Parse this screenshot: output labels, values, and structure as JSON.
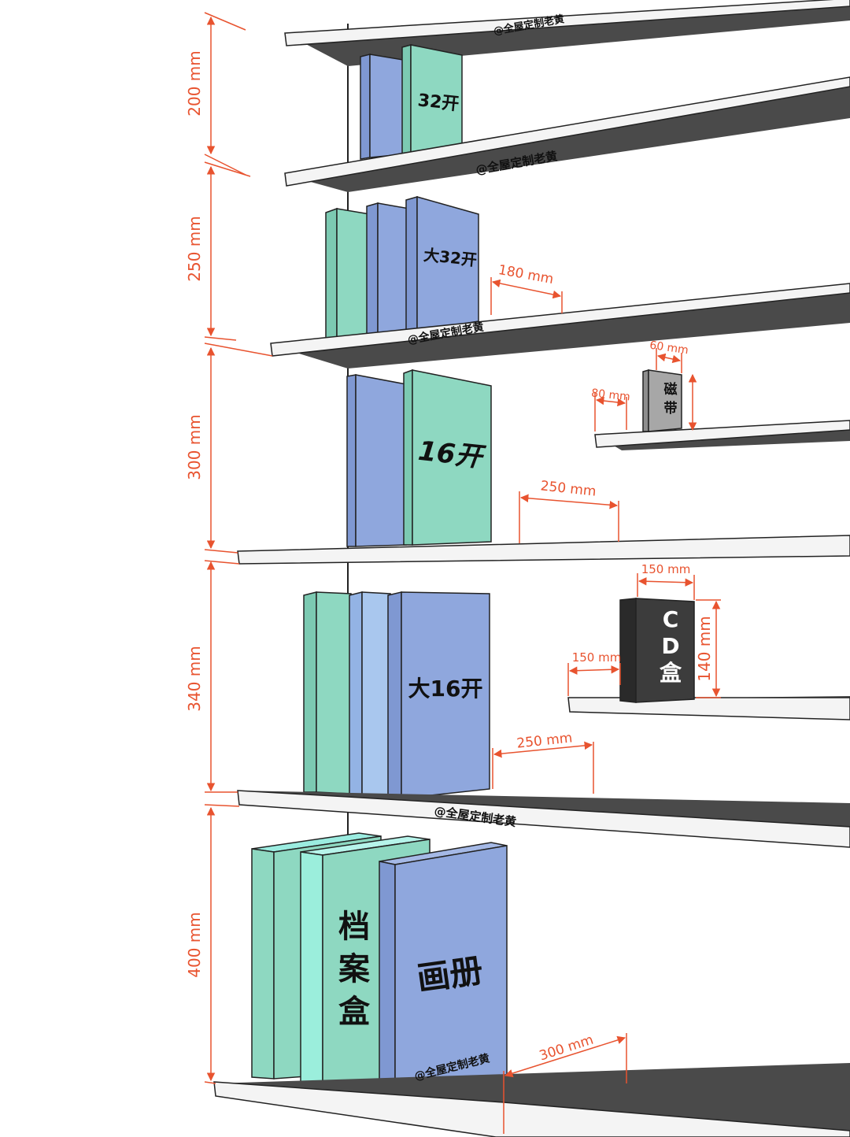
{
  "watermark": "@全屋定制老黄",
  "colors": {
    "dimension": "#e8532f",
    "shelf_top": "#4a4a4a",
    "shelf_front": "#f4f4f4",
    "book_blue": "#8fa7dd",
    "book_mint": "#8ed8c1",
    "book_light_blue": "#a9c7ee",
    "tape": "#a7a7a7",
    "cd_box": "#3c3c3c"
  },
  "heights": {
    "tier1": "200 mm",
    "tier2": "250 mm",
    "tier3": "300 mm",
    "tier4": "340 mm",
    "tier5": "400 mm"
  },
  "depths": {
    "d32": "180 mm",
    "d16": "250 mm",
    "d_big16": "250 mm",
    "d_album": "300 mm"
  },
  "items": {
    "b32": "32开",
    "big32": "大32开",
    "b16": "16开",
    "big16": "大16开",
    "archive": "档案盒",
    "album": "画册",
    "tape": "磁带",
    "cd_c": "C",
    "cd_d": "D",
    "cd_box": "盒"
  },
  "small_items": {
    "tape_width": "60 mm",
    "tape_depth": "80 mm",
    "cd_width": "150 mm",
    "cd_depth": "150 mm",
    "cd_height": "140 mm"
  }
}
